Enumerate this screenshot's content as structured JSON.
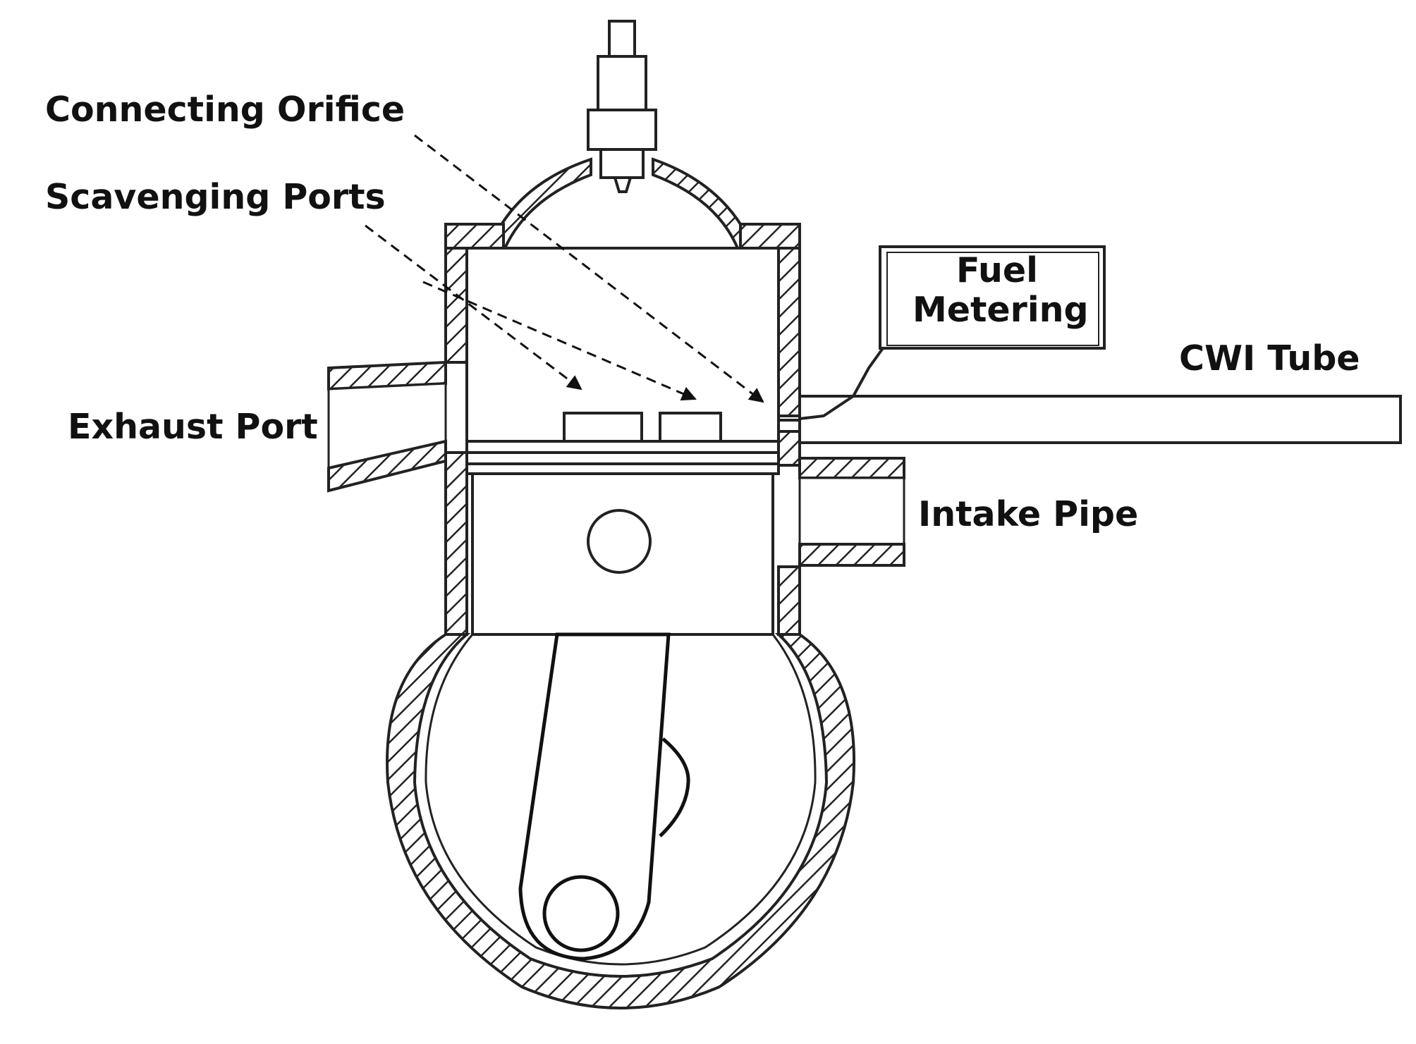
{
  "labels": {
    "connecting_orifice": "Connecting Orifice",
    "scavenging_ports": "Scavenging Ports",
    "exhaust_port": "Exhaust Port",
    "fuel_metering_line1": "Fuel",
    "fuel_metering_line2": "Metering",
    "cwi_tube": "CWI Tube",
    "intake_pipe": "Intake Pipe"
  }
}
